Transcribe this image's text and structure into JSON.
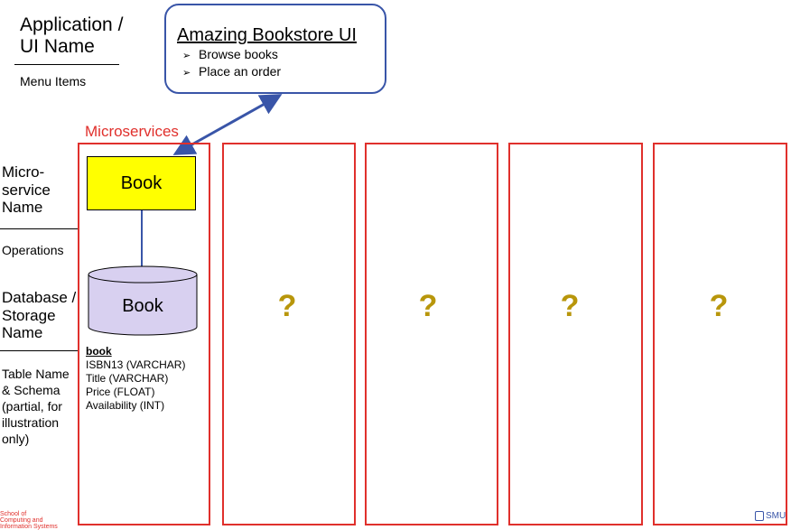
{
  "legend": {
    "app_name": "Application /\nUI Name",
    "menu_items": "Menu Items",
    "microservice_name": "Micro-\nservice\nName",
    "operations": "Operations",
    "database_name": "Database /\nStorage\nName",
    "table_schema": "Table Name\n& Schema\n(partial, for\nillustration\nonly)"
  },
  "ui": {
    "title": "Amazing Bookstore UI",
    "bullet_glyph": "➢",
    "items": [
      "Browse books",
      "Place an order"
    ]
  },
  "microservices_heading": "Microservices",
  "book_service": {
    "name": "Book",
    "database": "Book",
    "table": {
      "name": "book",
      "columns": [
        "ISBN13 (VARCHAR)",
        "Title (VARCHAR)",
        "Price (FLOAT)",
        "Availability (INT)"
      ]
    }
  },
  "placeholder_columns": [
    "?",
    "?",
    "?",
    "?"
  ],
  "footer": {
    "school_logo_text": "School of\nComputing and\nInformation Systems",
    "smu_logo_text": "SMU"
  },
  "colors": {
    "column_border": "#e0302c",
    "connector": "#3955a8",
    "service_fill": "#ffff00",
    "database_fill": "#d8d0f0",
    "question_mark": "#b8960b"
  }
}
